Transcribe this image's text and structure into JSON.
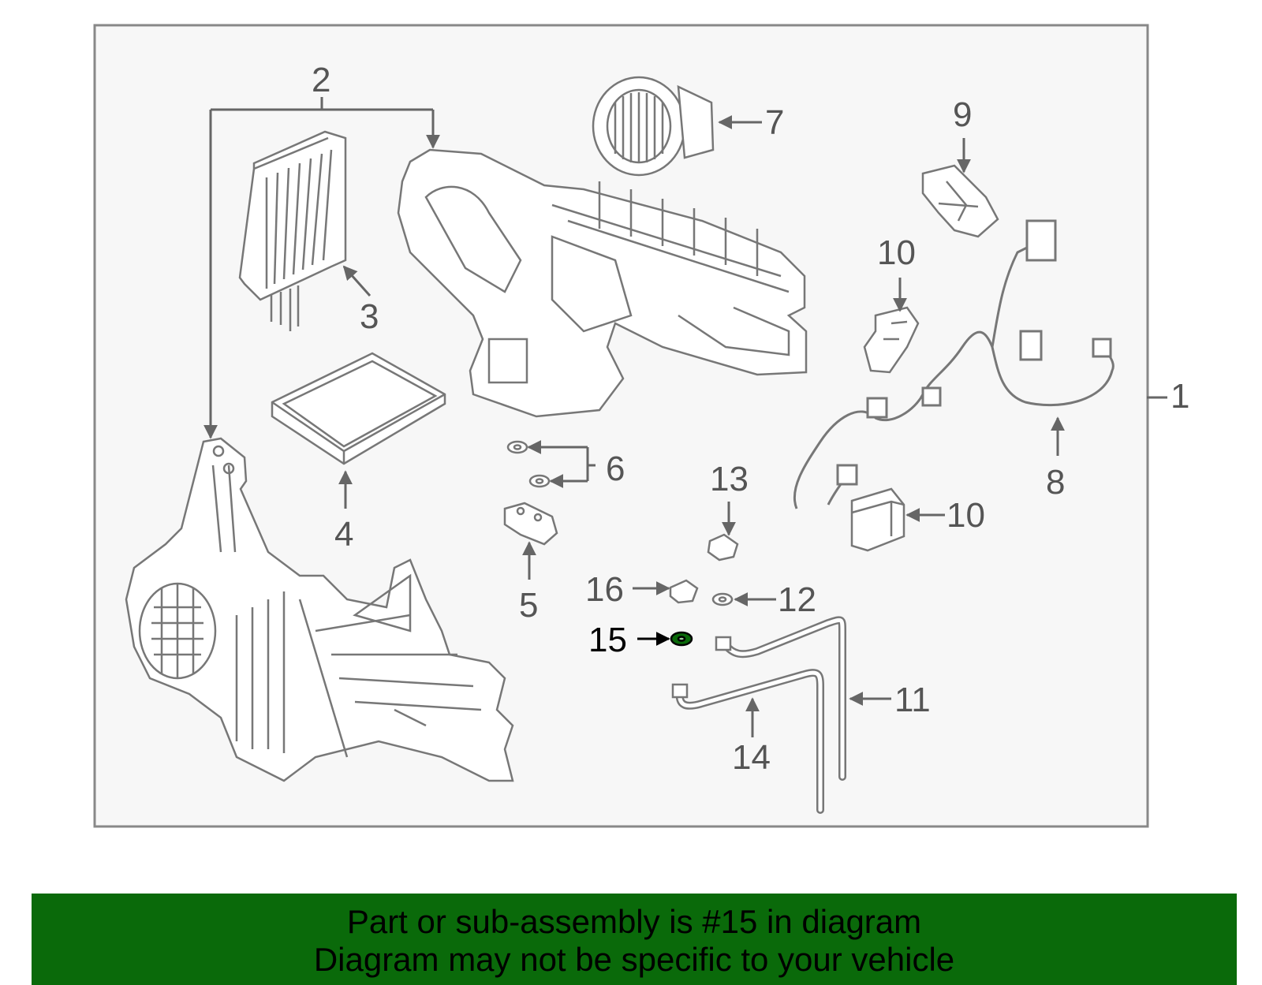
{
  "diagram": {
    "callouts": {
      "c1": "1",
      "c2": "2",
      "c3": "3",
      "c4": "4",
      "c5": "5",
      "c6": "6",
      "c7": "7",
      "c8": "8",
      "c9": "9",
      "c10a": "10",
      "c10b": "10",
      "c11": "11",
      "c12": "12",
      "c13": "13",
      "c14": "14",
      "c15": "15",
      "c16": "16"
    },
    "highlighted_part": "15"
  },
  "banner": {
    "line1": "Part or sub-assembly is #15 in diagram",
    "line2": "Diagram may not be specific to your vehicle"
  },
  "colors": {
    "background": "#f7f7f7",
    "frame": "#888888",
    "parts_stroke": "#777777",
    "banner": "#0a6a0a",
    "highlight": "#0a6a0a"
  }
}
